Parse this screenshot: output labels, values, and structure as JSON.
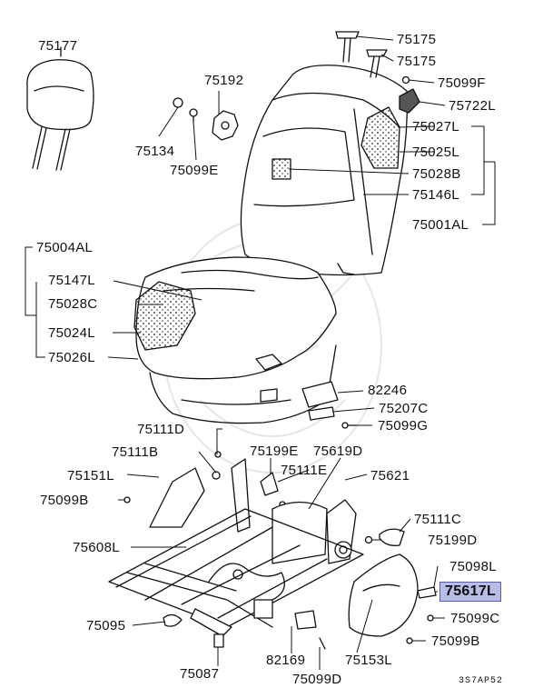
{
  "diagram": {
    "highlight_color": "#b8bde6",
    "labels": {
      "l75177": "75177",
      "l75175a": "75175",
      "l75175b": "75175",
      "l75099F": "75099F",
      "l75192": "75192",
      "l75722L": "75722L",
      "l75027L": "75027L",
      "l75134": "75134",
      "l75025L": "75025L",
      "l75099E": "75099E",
      "l75028B": "75028B",
      "l75146L": "75146L",
      "l75001AL": "75001AL",
      "l75004AL": "75004AL",
      "l75147L": "75147L",
      "l75028C": "75028C",
      "l75024L": "75024L",
      "l75026L": "75026L",
      "l82246": "82246",
      "l75207C": "75207C",
      "l75099G": "75099G",
      "l75111D": "75111D",
      "l75111B": "75111B",
      "l75199E": "75199E",
      "l75619D": "75619D",
      "l75111E": "75111E",
      "l75151L": "75151L",
      "l75621": "75621",
      "l75099B_left": "75099B",
      "l75111C": "75111C",
      "l75199D": "75199D",
      "l75608L": "75608L",
      "l75098L": "75098L",
      "l75617L": "75617L",
      "l75095": "75095",
      "l75099C": "75099C",
      "l75099B_right": "75099B",
      "l82169": "82169",
      "l75153L": "75153L",
      "l75087": "75087",
      "l75099D": "75099D",
      "code": "3S7AP52"
    }
  }
}
